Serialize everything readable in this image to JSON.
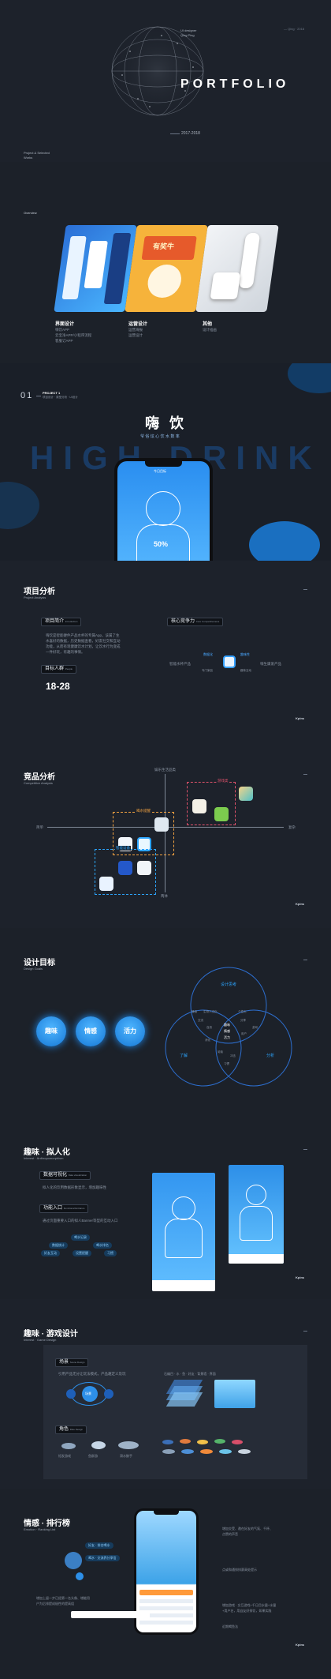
{
  "cover": {
    "name": "UI designer",
    "name2": "Qing Ping",
    "corner": "— Qing · 2018",
    "title": "PORTFOLIO",
    "years": "2017-2018",
    "subtitle": "Project & Selected",
    "subtitle2": "Works"
  },
  "overview": {
    "label": "Overview",
    "cards": [
      {
        "title": "界面设计",
        "lines": [
          "嗨饮APP",
          "云宝净APP/小程序流程",
          "客服订APP"
        ]
      },
      {
        "title": "运营设计",
        "lines": [
          "运营海报",
          "运营设计"
        ]
      },
      {
        "title": "其他",
        "lines": [
          "设计插画"
        ]
      }
    ],
    "poster_text": "有奖牛"
  },
  "project": {
    "num": "01",
    "label": "PROJECT 1",
    "sub": "项目设计 · 原型分析 · UI设计",
    "app_name": "嗨 饮",
    "slogan": "爷 俗 炫 心 饮 水 数 率",
    "bg_text": "HIGH DRINK",
    "phone_header": "今日目标",
    "phone_value": "50%"
  },
  "analysis": {
    "title": "项目分析",
    "sub": "Project Analysis",
    "intro_label": "项目简介",
    "intro_en": "Introduction",
    "intro_text": [
      "嗨饮是智能硬件产品水杯的专属App，该属了生",
      "水喜好的数据，历史数据查看，好友社交和互动",
      "功能，从而有现健康饮水计划，让饮水行为变成",
      "一件好玩，有趣的事情。"
    ],
    "target_label": "目标人群",
    "target_en": "People",
    "target_value": "18-28",
    "core_label": "核心竞争力",
    "core_en": "Core Competitiveness",
    "core_left": "智能水杯产品",
    "core_right": "嗨生康爱产品",
    "core_a": "数据化",
    "core_b": "趣味性",
    "core_c": "专门家品",
    "core_d": "趣味互动",
    "brand": "Kpins"
  },
  "compet": {
    "title": "竞品分析",
    "sub": "Competitive Analysis",
    "axis_top": "娱乐生活品类",
    "axis_bottom": "两体",
    "axis_left": "简单",
    "axis_right": "复杂",
    "box1": "游戏类",
    "box2": "喝水提醒",
    "box3": "智能设备",
    "brand": "Kpins"
  },
  "goals": {
    "title": "设计目标",
    "sub": "Design Goals",
    "items": [
      "趣味",
      "情感",
      "活力"
    ],
    "venn_top": "设计思考",
    "venn_left": "了解",
    "venn_right": "分析",
    "venn_words": [
      "情绪",
      "生物人文化",
      "交流",
      "个性化",
      "分享",
      "自然",
      "游戏",
      "趣味",
      "情感",
      "活力",
      "用户",
      "消化",
      "阅读",
      "冲击",
      "习惯"
    ]
  },
  "fun": {
    "title": "趣味 · 拟人化",
    "sub": "Interest · Anthropomorphism",
    "p1_label": "数据可视化",
    "p1_en": "Data visualization",
    "p1_text": "拟人化的饮用数据形象显示，增加趣味性",
    "p2_label": "功能入口",
    "p2_en": "Functional Entrance",
    "p2_text": "通过页面重要入口的拟人Banner等型的互动入口",
    "chips": [
      "喝水记录",
      "数据统计",
      "喝水排名",
      "好友互动",
      "设置提醒",
      "习惯"
    ],
    "brand": "Kpins"
  },
  "game": {
    "title": "趣味 · 游戏设计",
    "sub": "Interest · Game Design",
    "p1_label": "场景",
    "p1_en": "Scene Design",
    "p1_text": "引用产品无分让玩法模式，产品趣定义及玩",
    "p1_mid": "场景",
    "layers_caption": "石编目 · 水 · 鱼 · 好友 · 背景墙 · 界面",
    "p2_label": "角色",
    "p2_en": "Role Design",
    "roles": [
      "短发游戏",
      "鱼群游",
      "滑水鲸手"
    ],
    "brand": ""
  },
  "rank": {
    "title": "情感 · 排行榜",
    "sub": "Emotion · Ranking List",
    "tag1": "好友 · 排名喝水",
    "tag2": "喝水 · 交流养分享信",
    "left_text": [
      "增加上留一步已经第一名头像、增能用",
      "户为后排提成极性的提高组"
    ],
    "right1": [
      "增加交受、邀在好友的气氛、千杯、",
      "点赞的声音"
    ],
    "right2": "点或和通排排赛高处提示",
    "right3": [
      "增加游戏 · 交互游戏+千日目水量+水量",
      "+用户名，用自友好排饮，如果实践"
    ],
    "right4": "近期喝鱼法",
    "brand": "Kpins"
  }
}
